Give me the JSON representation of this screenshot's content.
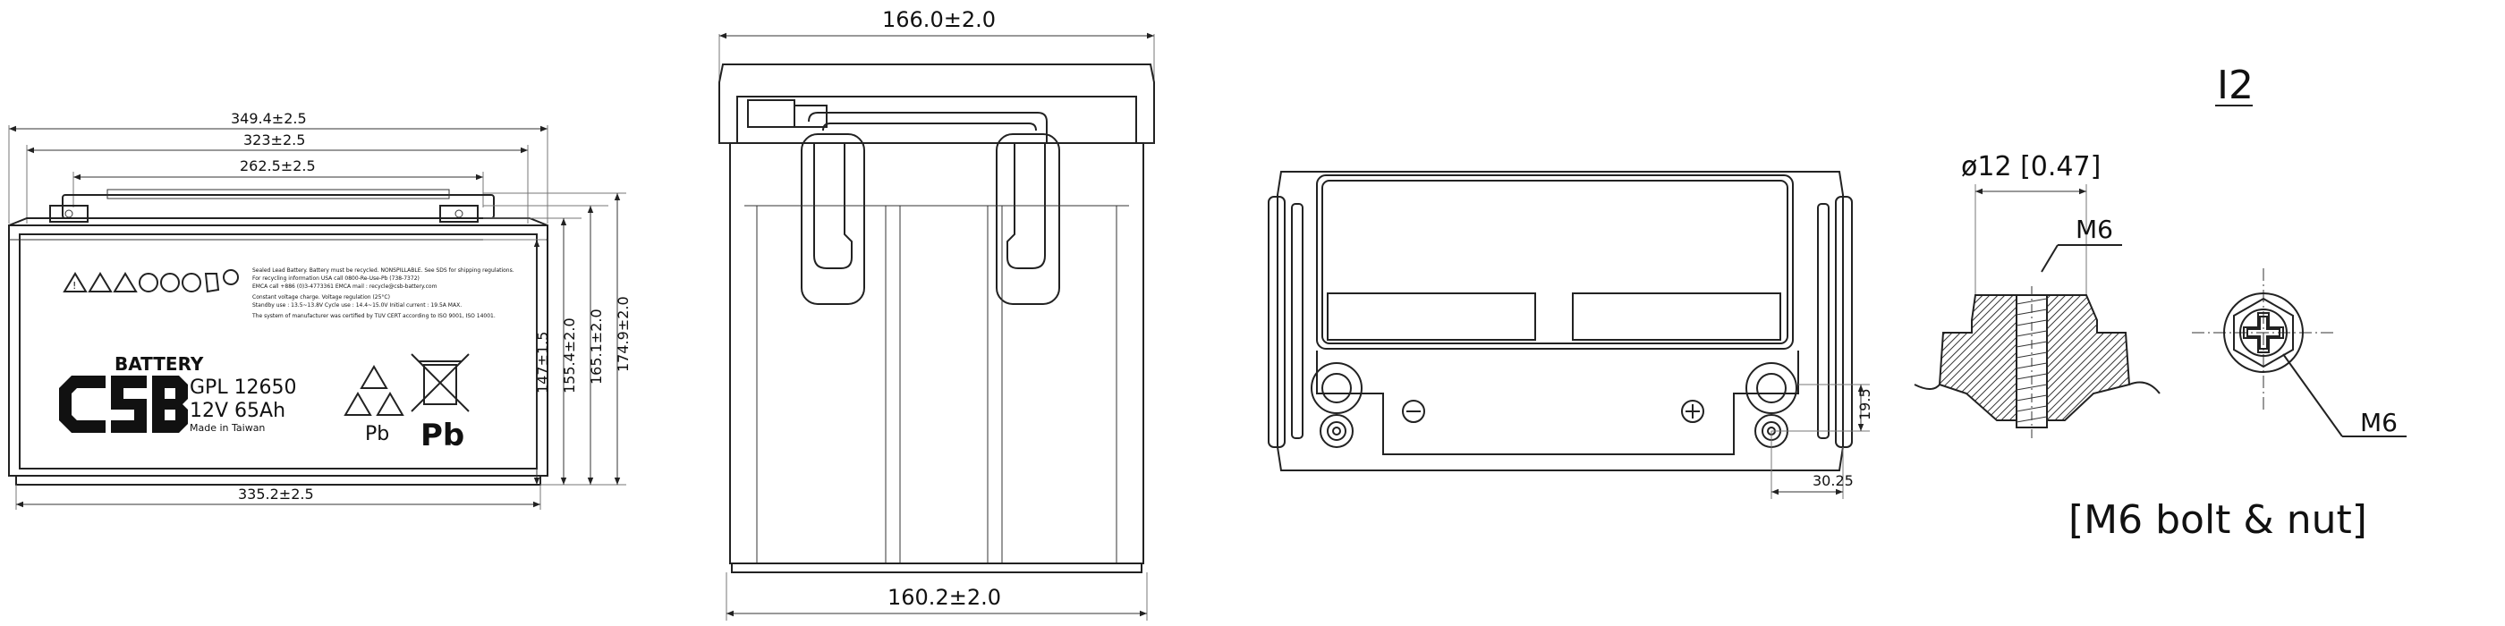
{
  "front_view": {
    "dims": {
      "overall_length": "349.4±2.5",
      "inner_length": "323±2.5",
      "top_length": "262.5±2.5",
      "base_length": "335.2±2.5",
      "height_1": "147±1.5",
      "height_2": "155.4±2.0",
      "height_3": "165.1±2.0",
      "height_4": "174.9±2.0"
    },
    "label": {
      "brand_small": "BATTERY",
      "model": "GPL 12650",
      "rating": "12V 65Ah",
      "origin": "Made in Taiwan",
      "pb_small": "Pb",
      "pb_large": "Pb",
      "fine_print": [
        "Sealed Lead Battery. Battery must be recycled. NONSPILLABLE. See SDS for shipping regulations.",
        "For recycling information USA call 0800-Re-Use-Pb (738-7372)",
        "EMCA call +886 (0)3-4773361  EMCA mail : recycle@csb-battery.com",
        "Constant voltage charge. Voltage regulation (25°C)",
        "Standby use : 13.5~13.8V  Cycle use : 14.4~15.0V  Initial current : 19.5A MAX.",
        "The system of manufacturer was certified by TUV CERT according to ISO 9001, ISO 14001."
      ]
    }
  },
  "side_view": {
    "dims": {
      "top_width": "166.0±2.0",
      "bottom_width": "160.2±2.0"
    }
  },
  "top_view": {
    "dims": {
      "terminal_offset_y": "19.5",
      "terminal_offset_x": "30.25"
    }
  },
  "terminal_detail": {
    "title": "I2",
    "diameter": "ø12  [0.47]",
    "thread_label": "M6",
    "bolt_label": "M6",
    "caption": "[M6 bolt & nut]"
  }
}
